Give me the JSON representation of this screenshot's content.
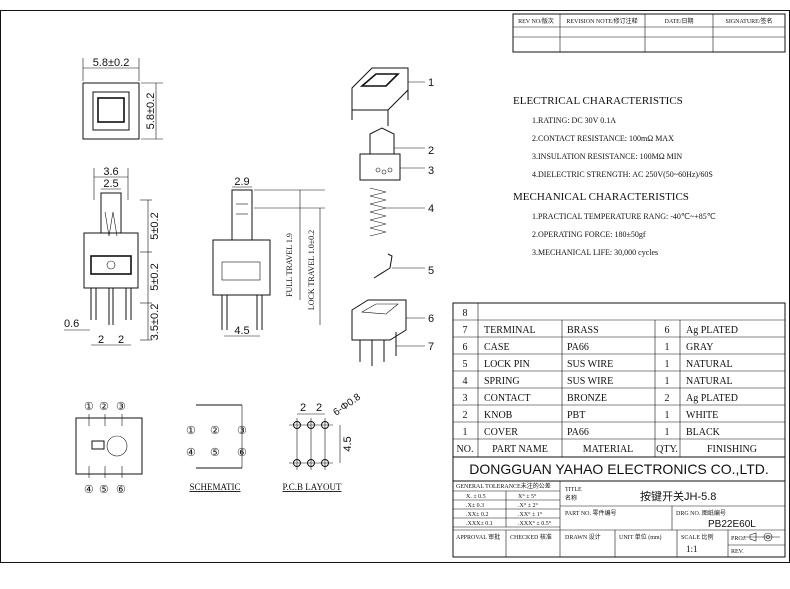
{
  "revision_header": {
    "rev_no": "REV NO/版次",
    "revision_note": "REVISION NOTE/修订注释",
    "date": "DATE/日期",
    "signature": "SIGNATURE/签名"
  },
  "dimensions": {
    "top_width": "5.8±0.2",
    "top_height": "5.8±0.2",
    "width_3_6": "3.6",
    "width_2_5": "2.5",
    "v_5_top": "5±0.2",
    "v_5_mid": "5±0.2",
    "v_3_5": "3.5±0.2",
    "pin_0_6": "0.6",
    "pitch_left": "2",
    "pitch_right": "2",
    "side_2_9": "2.9",
    "side_4_5": "4.5",
    "full_travel": "FULL TRAVEL 1.9",
    "lock_travel": "LOCK TRAVEL 1.0±0.2",
    "pcb_2a": "2",
    "pcb_2b": "2",
    "pcb_hole": "6-Φ0.8",
    "pcb_4_5": "4.5"
  },
  "pin_numbers": {
    "p1": "①",
    "p2": "②",
    "p3": "③",
    "p4": "④",
    "p5": "⑤",
    "p6": "⑥"
  },
  "view_labels": {
    "schematic": "SCHEMATIC",
    "pcb": "P.C.B LAYOUT"
  },
  "balloons": [
    "1",
    "2",
    "3",
    "4",
    "5",
    "6",
    "7"
  ],
  "electrical": {
    "title": "ELECTRICAL CHARACTERISTICS",
    "items": [
      "1.RATING: DC 30V 0.1A",
      "2.CONTACT RESISTANCE: 100mΩ MAX",
      "3.INSULATION RESISTANCE: 100MΩ MIN",
      "4.DIELECTRIC STRENGTH: AC 250V(50~60Hz)/60S"
    ]
  },
  "mechanical": {
    "title": "MECHANICAL CHARACTERISTICS",
    "items": [
      "1.PRACTICAL TEMPERATURE RANG: -40℃~+85℃",
      "2.OPERATING FORCE: 180±50gf",
      "3.MECHANICAL LIFE: 30,000 cycles"
    ]
  },
  "bom": {
    "top_row": "8",
    "header": {
      "no": "NO.",
      "part": "PART NAME",
      "material": "MATERIAL",
      "qty": "QTY.",
      "finishing": "FINISHING"
    },
    "rows": [
      {
        "no": "7",
        "part": "TERMINAL",
        "material": "BRASS",
        "qty": "6",
        "finishing": "Ag PLATED"
      },
      {
        "no": "6",
        "part": "CASE",
        "material": "PA66",
        "qty": "1",
        "finishing": "GRAY"
      },
      {
        "no": "5",
        "part": "LOCK PIN",
        "material": "SUS WIRE",
        "qty": "1",
        "finishing": "NATURAL"
      },
      {
        "no": "4",
        "part": "SPRING",
        "material": "SUS WIRE",
        "qty": "1",
        "finishing": "NATURAL"
      },
      {
        "no": "3",
        "part": "CONTACT",
        "material": "BRONZE",
        "qty": "2",
        "finishing": "Ag PLATED"
      },
      {
        "no": "2",
        "part": "KNOB",
        "material": "PBT",
        "qty": "1",
        "finishing": "WHITE"
      },
      {
        "no": "1",
        "part": "COVER",
        "material": "PA66",
        "qty": "1",
        "finishing": "BLACK"
      }
    ]
  },
  "title_block": {
    "company": "DONGGUAN YAHAO ELECTRONICS CO.,LTD.",
    "tolerance_title": "GENERAL TOLERANCE未注的公差",
    "tol_rows": [
      [
        "X. ± 0.5",
        "X° ± 5°"
      ],
      [
        ".X± 0.3",
        ".X° ± 2°"
      ],
      [
        ".XX± 0.2",
        ".XX° ± 1°"
      ],
      [
        ".XXX± 0.1",
        ".XXX° ± 0.5°"
      ]
    ],
    "title_label": "TITLE",
    "name_label": "名称",
    "title_value": "按键开关JH-5.8",
    "part_no_label": "PART NO. 零件编号",
    "drg_no_label": "DRG NO. 图纸编号",
    "drg_no_value": "PB22E60L",
    "approval": "APPROVAL 审批",
    "checked": "CHECKED 核准",
    "drawn": "DRAWN 设计",
    "unit": "UNIT 单位 (mm)",
    "scale_label": "SCALE 比例",
    "scale_value": "1:1",
    "proj_label": "PROJ.",
    "rev_label": "REV."
  }
}
